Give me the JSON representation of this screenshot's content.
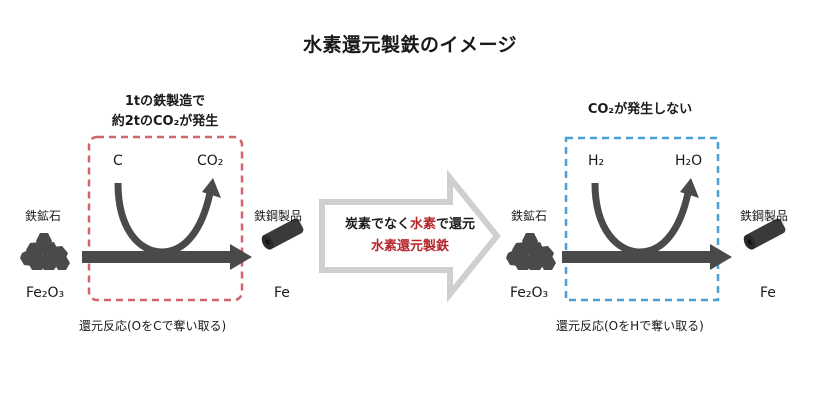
{
  "title": "水素還元製鉄のイメージ",
  "left": {
    "caption_line1": "1tの鉄製造で",
    "caption_line2": "約2tのCO₂が発生",
    "reactant_in": "C",
    "reactant_out": "CO₂",
    "input_label": "鉄鉱石",
    "input_formula": "Fe₂O₃",
    "output_label": "鉄鋼製品",
    "output_formula": "Fe",
    "note": "還元反応(OをCで奪い取る)",
    "box_color": "#d0656b"
  },
  "middle": {
    "line1_part1": "炭素でなく",
    "line1_highlight": "水素",
    "line1_part2": "で還元",
    "line2": "水素還元製鉄",
    "highlight_color": "#b5262b"
  },
  "right": {
    "caption": "CO₂が発生しない",
    "reactant_in": "H₂",
    "reactant_out": "H₂O",
    "input_label": "鉄鉱石",
    "input_formula": "Fe₂O₃",
    "output_label": "鉄鋼製品",
    "output_formula": "Fe",
    "note": "還元反応(OをHで奪い取る)",
    "box_color": "#4a9fd4"
  }
}
